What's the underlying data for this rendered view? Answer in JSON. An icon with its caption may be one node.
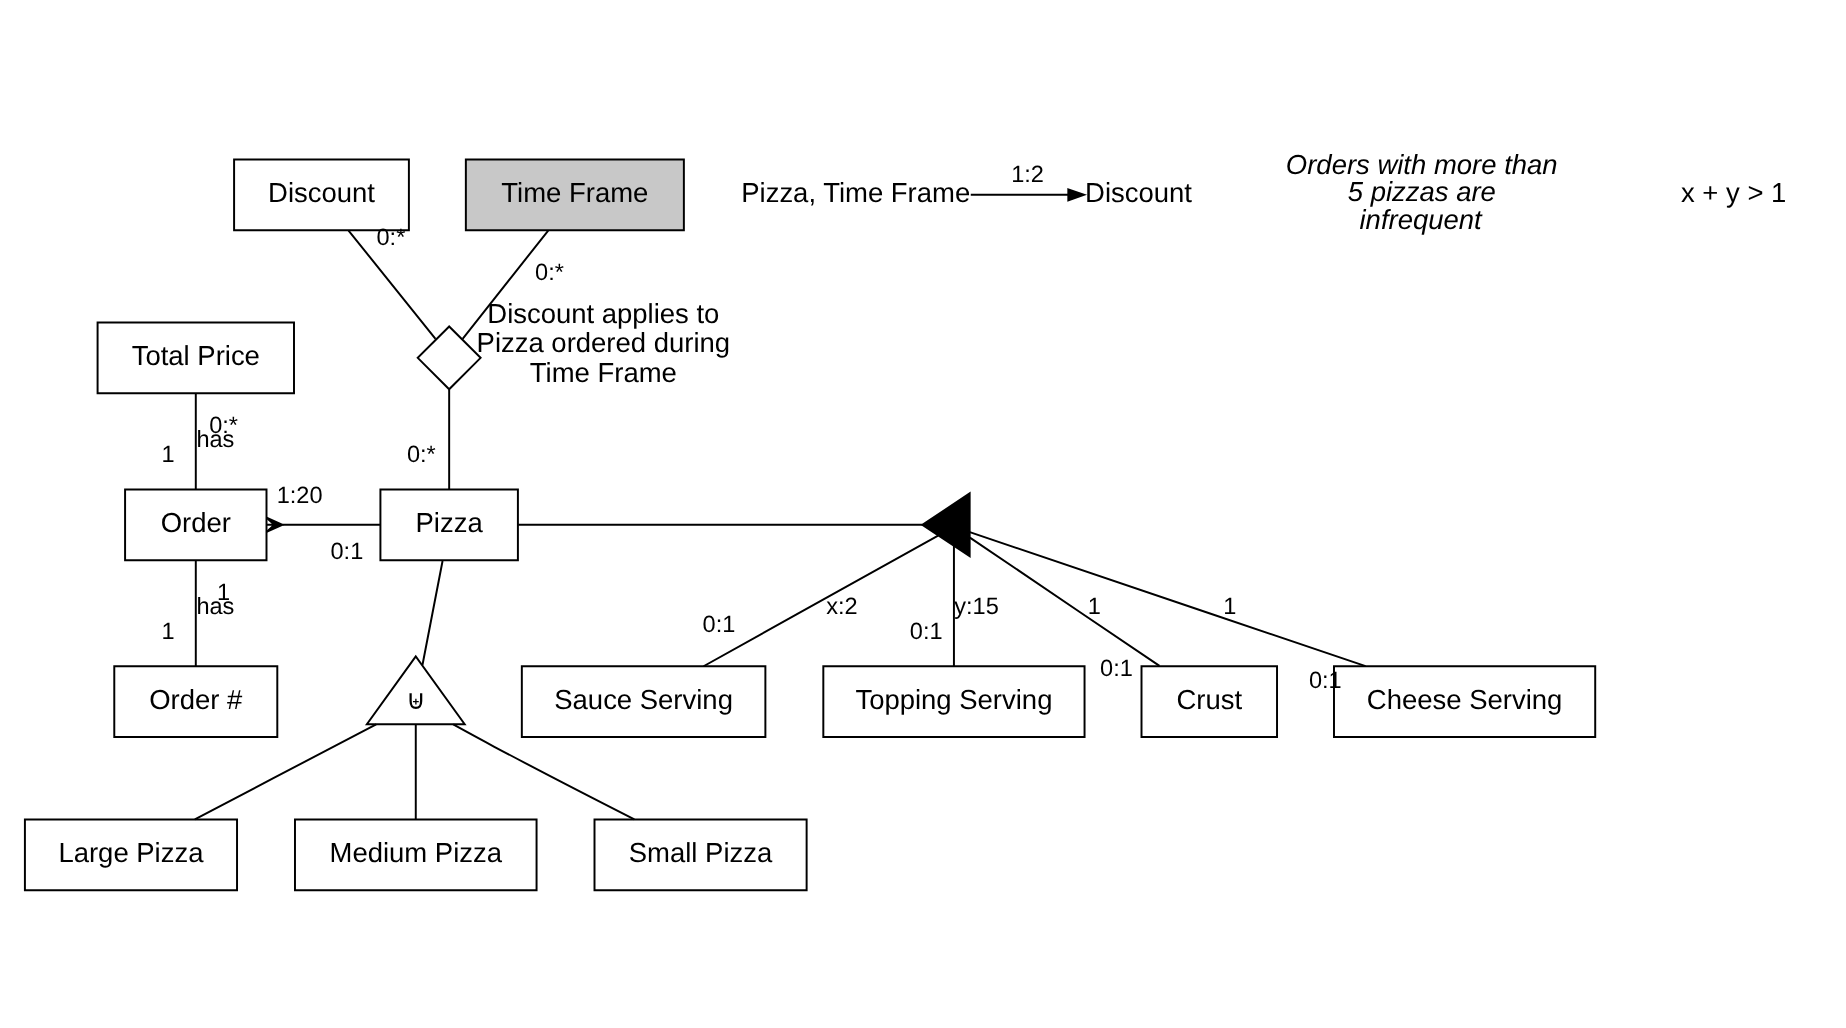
{
  "diagram": {
    "nodes": [
      {
        "text": [
          "Discount"
        ]
      },
      {
        "text": [
          "Time Frame"
        ]
      },
      {
        "text": [
          "Pizza, Time Frame"
        ]
      },
      {
        "text": [
          "Discount"
        ]
      },
      {
        "text": [
          "Total Price"
        ]
      },
      {
        "text": [],
        "shape": "diamond",
        "beside": [
          "Discount applies to Pizza ordered during Time Frame"
        ]
      },
      {
        "text": [
          "Crust"
        ]
      },
      {
        "text": [
          "Order"
        ]
      },
      {
        "text": [
          "Pizza"
        ]
      },
      {
        "text": [],
        "shape": "triangle"
      },
      {
        "text": [
          "Cheese Serving"
        ]
      },
      {
        "text": [
          "Sauce Serving"
        ]
      },
      {
        "text": [
          "Order #"
        ]
      },
      {
        "text": [
          "⊎"
        ]
      },
      {
        "text": [
          "Topping Serving"
        ]
      },
      {
        "text": [
          "Large Pizza"
        ]
      },
      {
        "text": [
          "Medium Pizza"
        ]
      },
      {
        "text": [
          "Small Pizza"
        ]
      }
    ],
    "edges": [
      {
        "from": 0,
        "to": 5,
        "arrow": "none"
      },
      {
        "from": 1,
        "to": 5,
        "arrow": "none"
      },
      {
        "from": 5,
        "to": 8,
        "arrow": "none"
      },
      {
        "from": 2,
        "to": 3,
        "arrow": "to",
        "label": "1:2"
      },
      {
        "from": 7,
        "to": 4,
        "arrow": "none",
        "label": "has"
      },
      {
        "from": 7,
        "to": 12,
        "arrow": "none",
        "label": "has"
      },
      {
        "from": 7,
        "to": 8,
        "arrow": "other"
      },
      {
        "from": 8,
        "to": 9,
        "arrow": "none"
      },
      {
        "from": 9,
        "to": 6,
        "arrow": "none"
      },
      {
        "from": 9,
        "to": 10,
        "arrow": "none"
      },
      {
        "from": 9,
        "to": 11,
        "arrow": "none"
      },
      {
        "from": 9,
        "to": 14,
        "arrow": "none"
      },
      {
        "from": 8,
        "to": 13,
        "arrow": "none"
      },
      {
        "from": 13,
        "to": 15,
        "arrow": "none"
      },
      {
        "from": 13,
        "to": 16,
        "arrow": "none"
      },
      {
        "from": 13,
        "to": 17,
        "arrow": "none"
      }
    ],
    "labels": [
      "0:*",
      "0:*",
      "0:*",
      "0:1",
      "1",
      "1",
      "0:*",
      "0:1",
      "1",
      "x:2",
      "1:20",
      "0:1",
      "1",
      "0:1",
      "y:15",
      "Orders with more than 5 pizzas are infrequent",
      "1",
      "x + y > 1",
      "0:1"
    ]
  }
}
